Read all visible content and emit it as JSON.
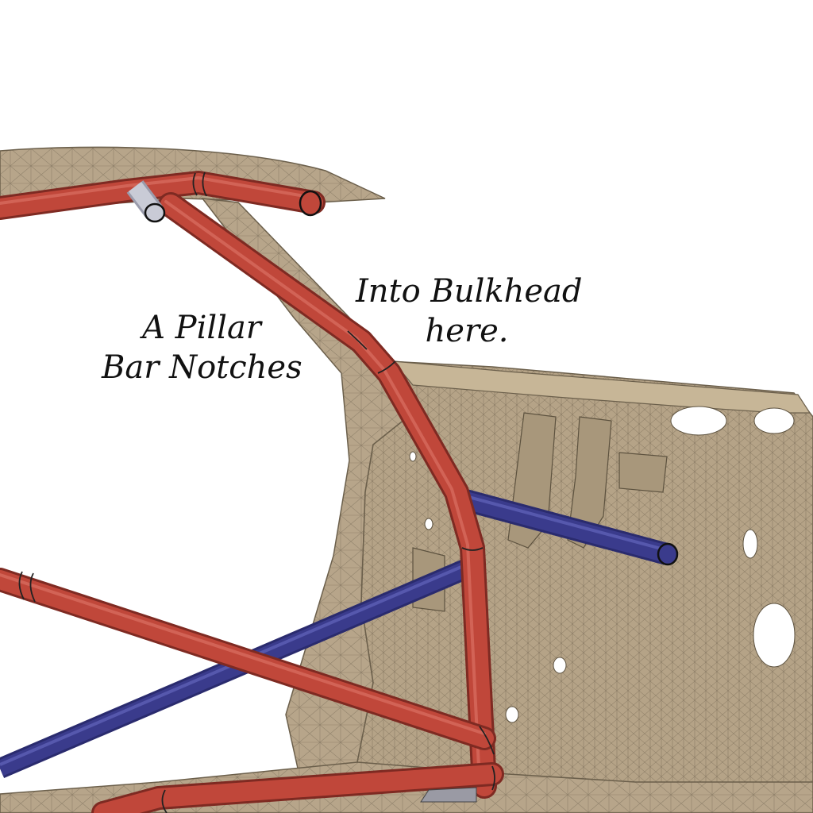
{
  "annotations": {
    "bulkhead": {
      "line1": "Into Bulkhead",
      "line2": "here."
    },
    "pillar": {
      "line1": "A Pillar",
      "line2": "Bar Notches"
    }
  },
  "colors": {
    "background": "#ffffff",
    "body_shell": "#b7a58a",
    "body_shell_dark": "#8a7a63",
    "mesh_lines": "#5d523f",
    "main_tube": "#c0473a",
    "main_tube_highlight": "#e07a6e",
    "brace_tube": "#3a3b8c",
    "brace_tube_highlight": "#6a6cc4",
    "notch_tube": "#c9cbd6"
  },
  "icons": {
    "roll_cage": "red-cage-tube",
    "braces": "blue-brace-tube",
    "chassis": "mesh-body-shell"
  }
}
